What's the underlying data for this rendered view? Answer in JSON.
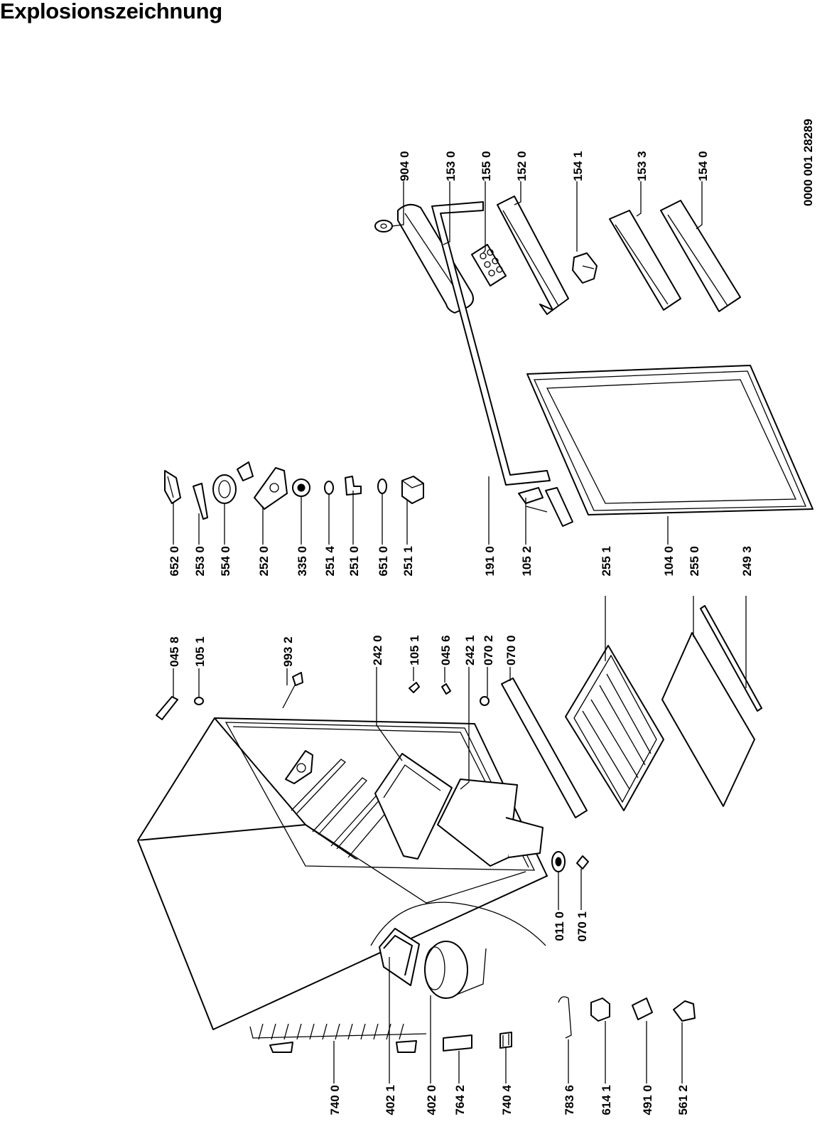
{
  "title": "Explosionszeichnung",
  "document_number": "0000 001 28289",
  "part_labels": {
    "p9040": "904 0",
    "p1530": "153 0",
    "p1550": "155 0",
    "p1520": "152 0",
    "p1541": "154 1",
    "p1533": "153 3",
    "p1540": "154 0",
    "p6520": "652 0",
    "p2530": "253 0",
    "p5540": "554 0",
    "p2520": "252 0",
    "p3350": "335 0",
    "p2514": "251 4",
    "p2510": "251 0",
    "p6510": "651 0",
    "p2511": "251 1",
    "p1910": "191 0",
    "p1052": "105 2",
    "p2551": "255 1",
    "p1040": "104 0",
    "p2550": "255 0",
    "p2493": "249 3",
    "p0458": "045 8",
    "p1051a": "105 1",
    "p9932": "993 2",
    "p2420": "242 0",
    "p1051b": "105 1",
    "p0456": "045 6",
    "p2421": "242 1",
    "p0702": "070 2",
    "p0700": "070 0",
    "p0110": "011 0",
    "p0701": "070 1",
    "p7400": "740 0",
    "p4021": "402 1",
    "p4020": "402 0",
    "p7642": "764 2",
    "p7404": "740 4",
    "p7836": "783 6",
    "p6141": "614 1",
    "p4910": "491 0",
    "p5612": "561 2"
  }
}
